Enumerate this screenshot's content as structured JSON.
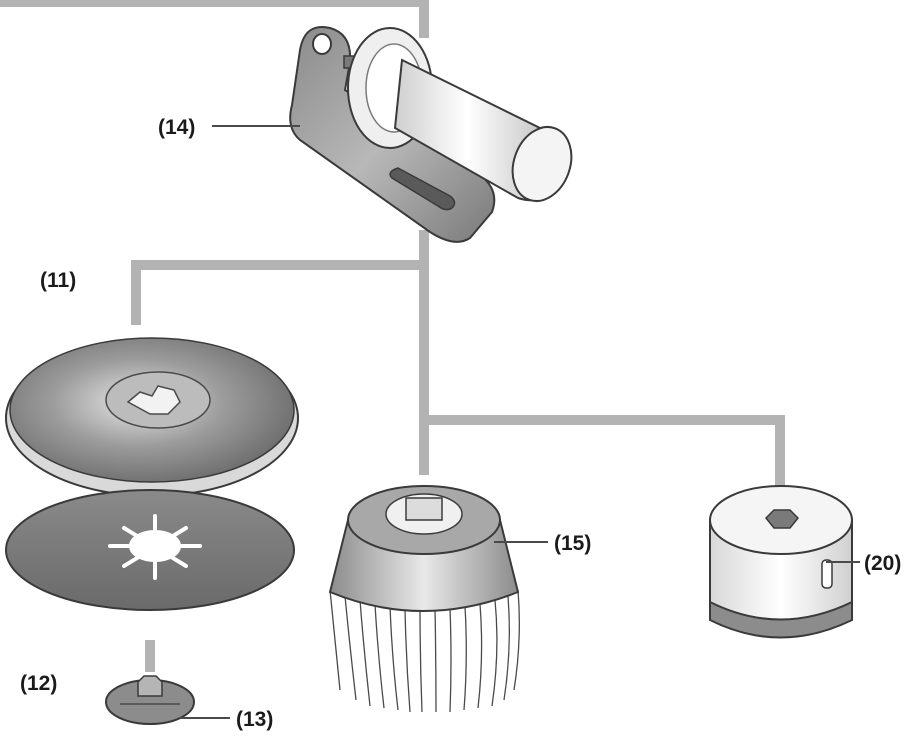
{
  "labels": {
    "side_handle": "(14)",
    "backing_pad": "(11)",
    "sanding_disc": "(12)",
    "locking_nut": "(13)",
    "cup_brush": "(15)",
    "accessory_20": "(20)"
  },
  "colors": {
    "connector": "#b3b3b3",
    "metal_dark": "#6e6e6e",
    "metal_mid": "#9a9a9a",
    "label": "#1a1a1a"
  }
}
